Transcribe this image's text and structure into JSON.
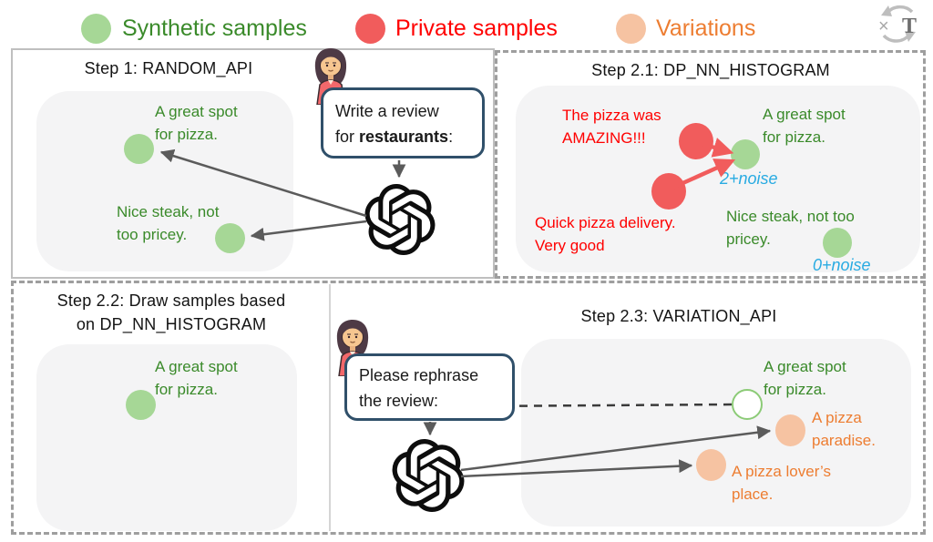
{
  "legend": {
    "synthetic": {
      "label": "Synthetic samples",
      "dot_color": "#a6d796",
      "text_color": "#3a8a2a"
    },
    "private": {
      "label": "Private samples",
      "dot_color": "#f15c5c",
      "text_color": "#ff0000"
    },
    "variations": {
      "label": "Variations",
      "dot_color": "#f6c3a2",
      "text_color": "#ed7d31"
    }
  },
  "watermark": {
    "symbol_x": "×",
    "symbol_t": "T"
  },
  "step1": {
    "title": "Step 1: RANDOM_API",
    "bubble": {
      "line1": "Write a review",
      "line2_pre": "for ",
      "line2_bold": "restaurants",
      "line2_post": ":"
    },
    "sample1": {
      "line1": "A great spot",
      "line2": "for pizza."
    },
    "sample2": {
      "line1": "Nice steak, not",
      "line2": "too pricey."
    }
  },
  "step21": {
    "title": "Step 2.1: DP_NN_HISTOGRAM",
    "private1": {
      "line1": "The pizza was",
      "line2": "AMAZING!!!"
    },
    "private2": {
      "line1": "Quick pizza delivery.",
      "line2": "Very good"
    },
    "synthetic1": {
      "line1": "A great spot",
      "line2": "for pizza.",
      "noise": "2+noise"
    },
    "synthetic2": {
      "line1": "Nice steak, not too",
      "line2": "pricey.",
      "noise": "0+noise"
    }
  },
  "step22": {
    "title_line1": "Step 2.2: Draw samples based",
    "title_line2": "on DP_NN_HISTOGRAM",
    "sample": {
      "line1": "A great spot",
      "line2": "for pizza."
    }
  },
  "step23": {
    "title": "Step 2.3: VARIATION_API",
    "bubble": {
      "line1": "Please rephrase",
      "line2": "the review:"
    },
    "source": {
      "line1": "A great spot",
      "line2": "for pizza."
    },
    "variation1": {
      "line1": "A pizza",
      "line2": "paradise."
    },
    "variation2": {
      "line1": "A pizza lover’s",
      "line2": "place."
    }
  },
  "colors": {
    "noise_text": "#29abe2",
    "gray_arrow": "#5b5b5b",
    "red_arrow": "#f15c5c",
    "bubble_border": "#30506a",
    "panel_fill": "#f4f4f5"
  }
}
